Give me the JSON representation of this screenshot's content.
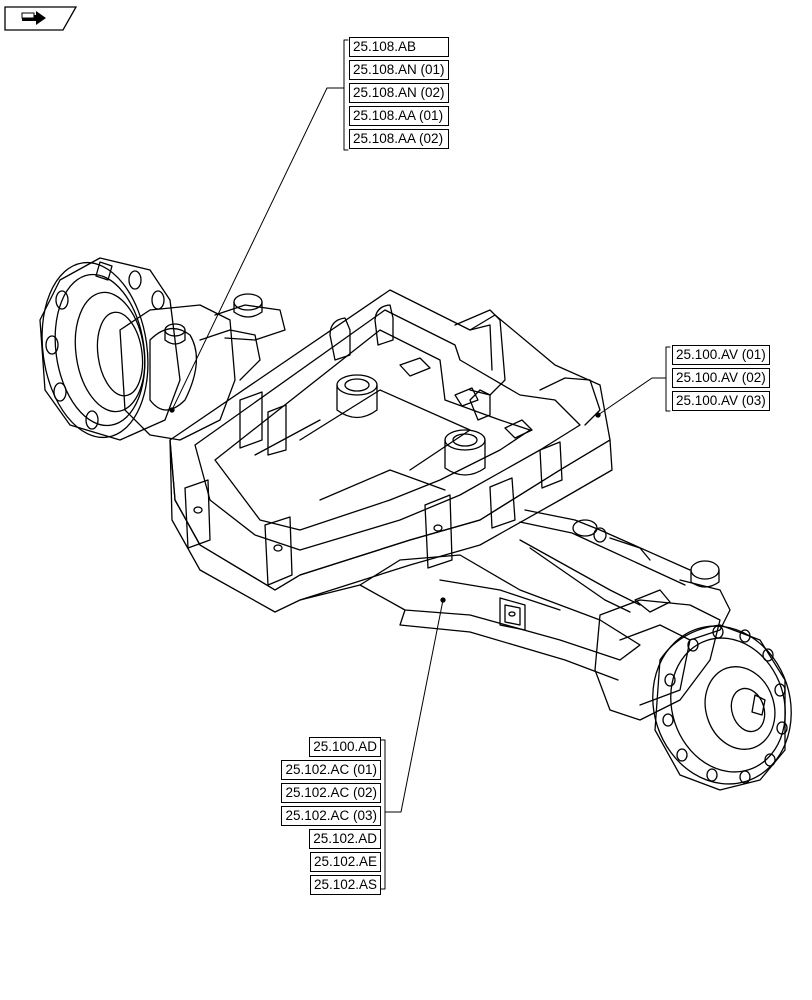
{
  "nav": {
    "icon": "navigate-back-icon"
  },
  "callouts": {
    "group_top": [
      "25.108.AB",
      "25.108.AN (01)",
      "25.108.AN (02)",
      "25.108.AA (01)",
      "25.108.AA (02)"
    ],
    "group_right": [
      "25.100.AV (01)",
      "25.100.AV (02)",
      "25.100.AV (03)"
    ],
    "group_bottom": [
      "25.100.AD",
      "25.102.AC (01)",
      "25.102.AC (02)",
      "25.102.AC (03)",
      "25.102.AD",
      "25.102.AE",
      "25.102.AS"
    ]
  },
  "colors": {
    "line": "#000000",
    "background": "#ffffff"
  }
}
